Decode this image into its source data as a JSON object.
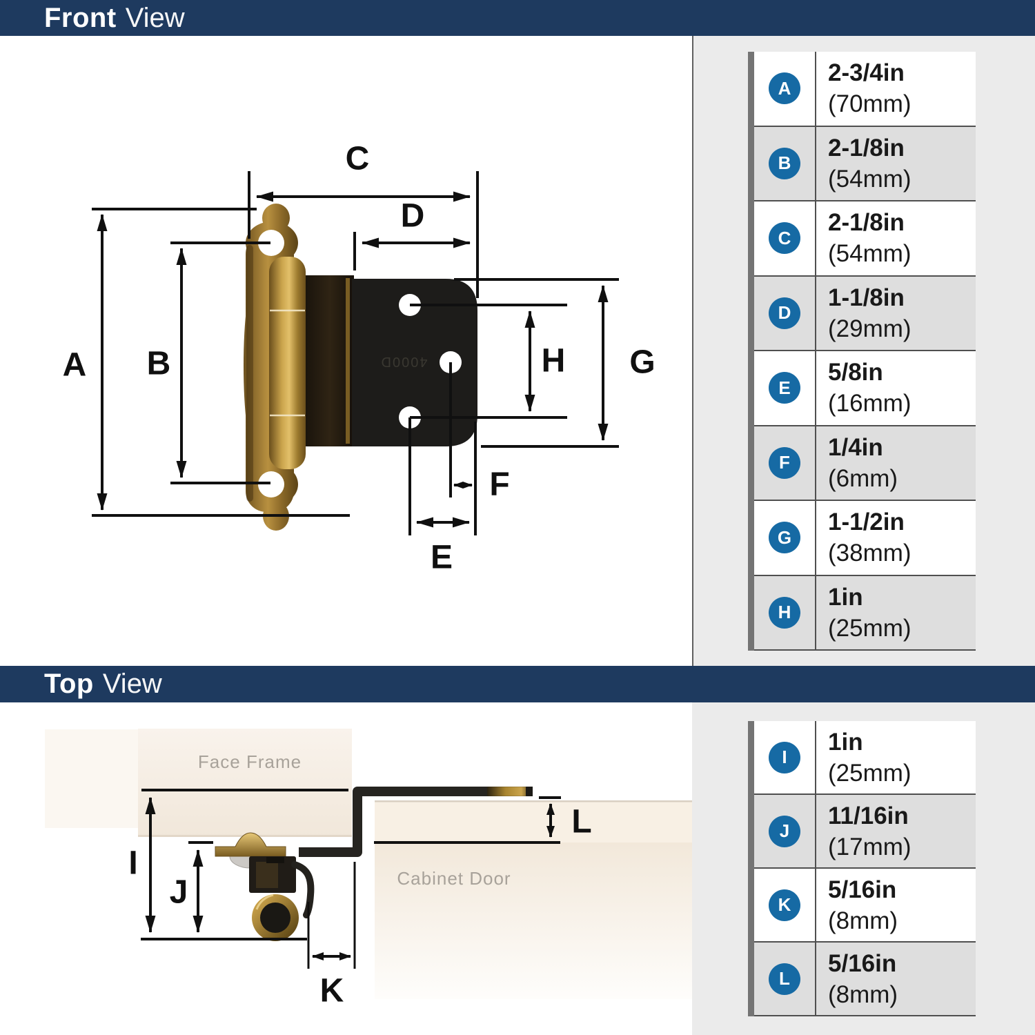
{
  "headers": {
    "front": {
      "bold": "Front",
      "light": "View"
    },
    "top": {
      "bold": "Top",
      "light": "View"
    }
  },
  "front_table": {
    "rows": [
      {
        "id": "A",
        "value": "2-3/4in",
        "metric": "(70mm)"
      },
      {
        "id": "B",
        "value": "2-1/8in",
        "metric": "(54mm)"
      },
      {
        "id": "C",
        "value": "2-1/8in",
        "metric": "(54mm)"
      },
      {
        "id": "D",
        "value": "1-1/8in",
        "metric": "(29mm)"
      },
      {
        "id": "E",
        "value": "5/8in",
        "metric": "(16mm)"
      },
      {
        "id": "F",
        "value": "1/4in",
        "metric": "(6mm)"
      },
      {
        "id": "G",
        "value": "1-1/2in",
        "metric": "(38mm)"
      },
      {
        "id": "H",
        "value": "1in",
        "metric": "(25mm)"
      }
    ]
  },
  "top_table": {
    "rows": [
      {
        "id": "I",
        "value": "1in",
        "metric": "(25mm)"
      },
      {
        "id": "J",
        "value": "11/16in",
        "metric": "(17mm)"
      },
      {
        "id": "K",
        "value": "5/16in",
        "metric": "(8mm)"
      },
      {
        "id": "L",
        "value": "5/16in",
        "metric": "(8mm)"
      }
    ]
  },
  "front_diagram": {
    "plate_marking": "4000D"
  },
  "top_diagram": {
    "face_frame_label": "Face Frame",
    "cabinet_door_label": "Cabinet Door"
  },
  "colors": {
    "navy": "#1e3a5f",
    "badge_blue": "#166aa4",
    "panel_gray": "#ebebeb",
    "row_alt": "#dedede",
    "brass": "#b08c3c",
    "line_black": "#101010"
  }
}
